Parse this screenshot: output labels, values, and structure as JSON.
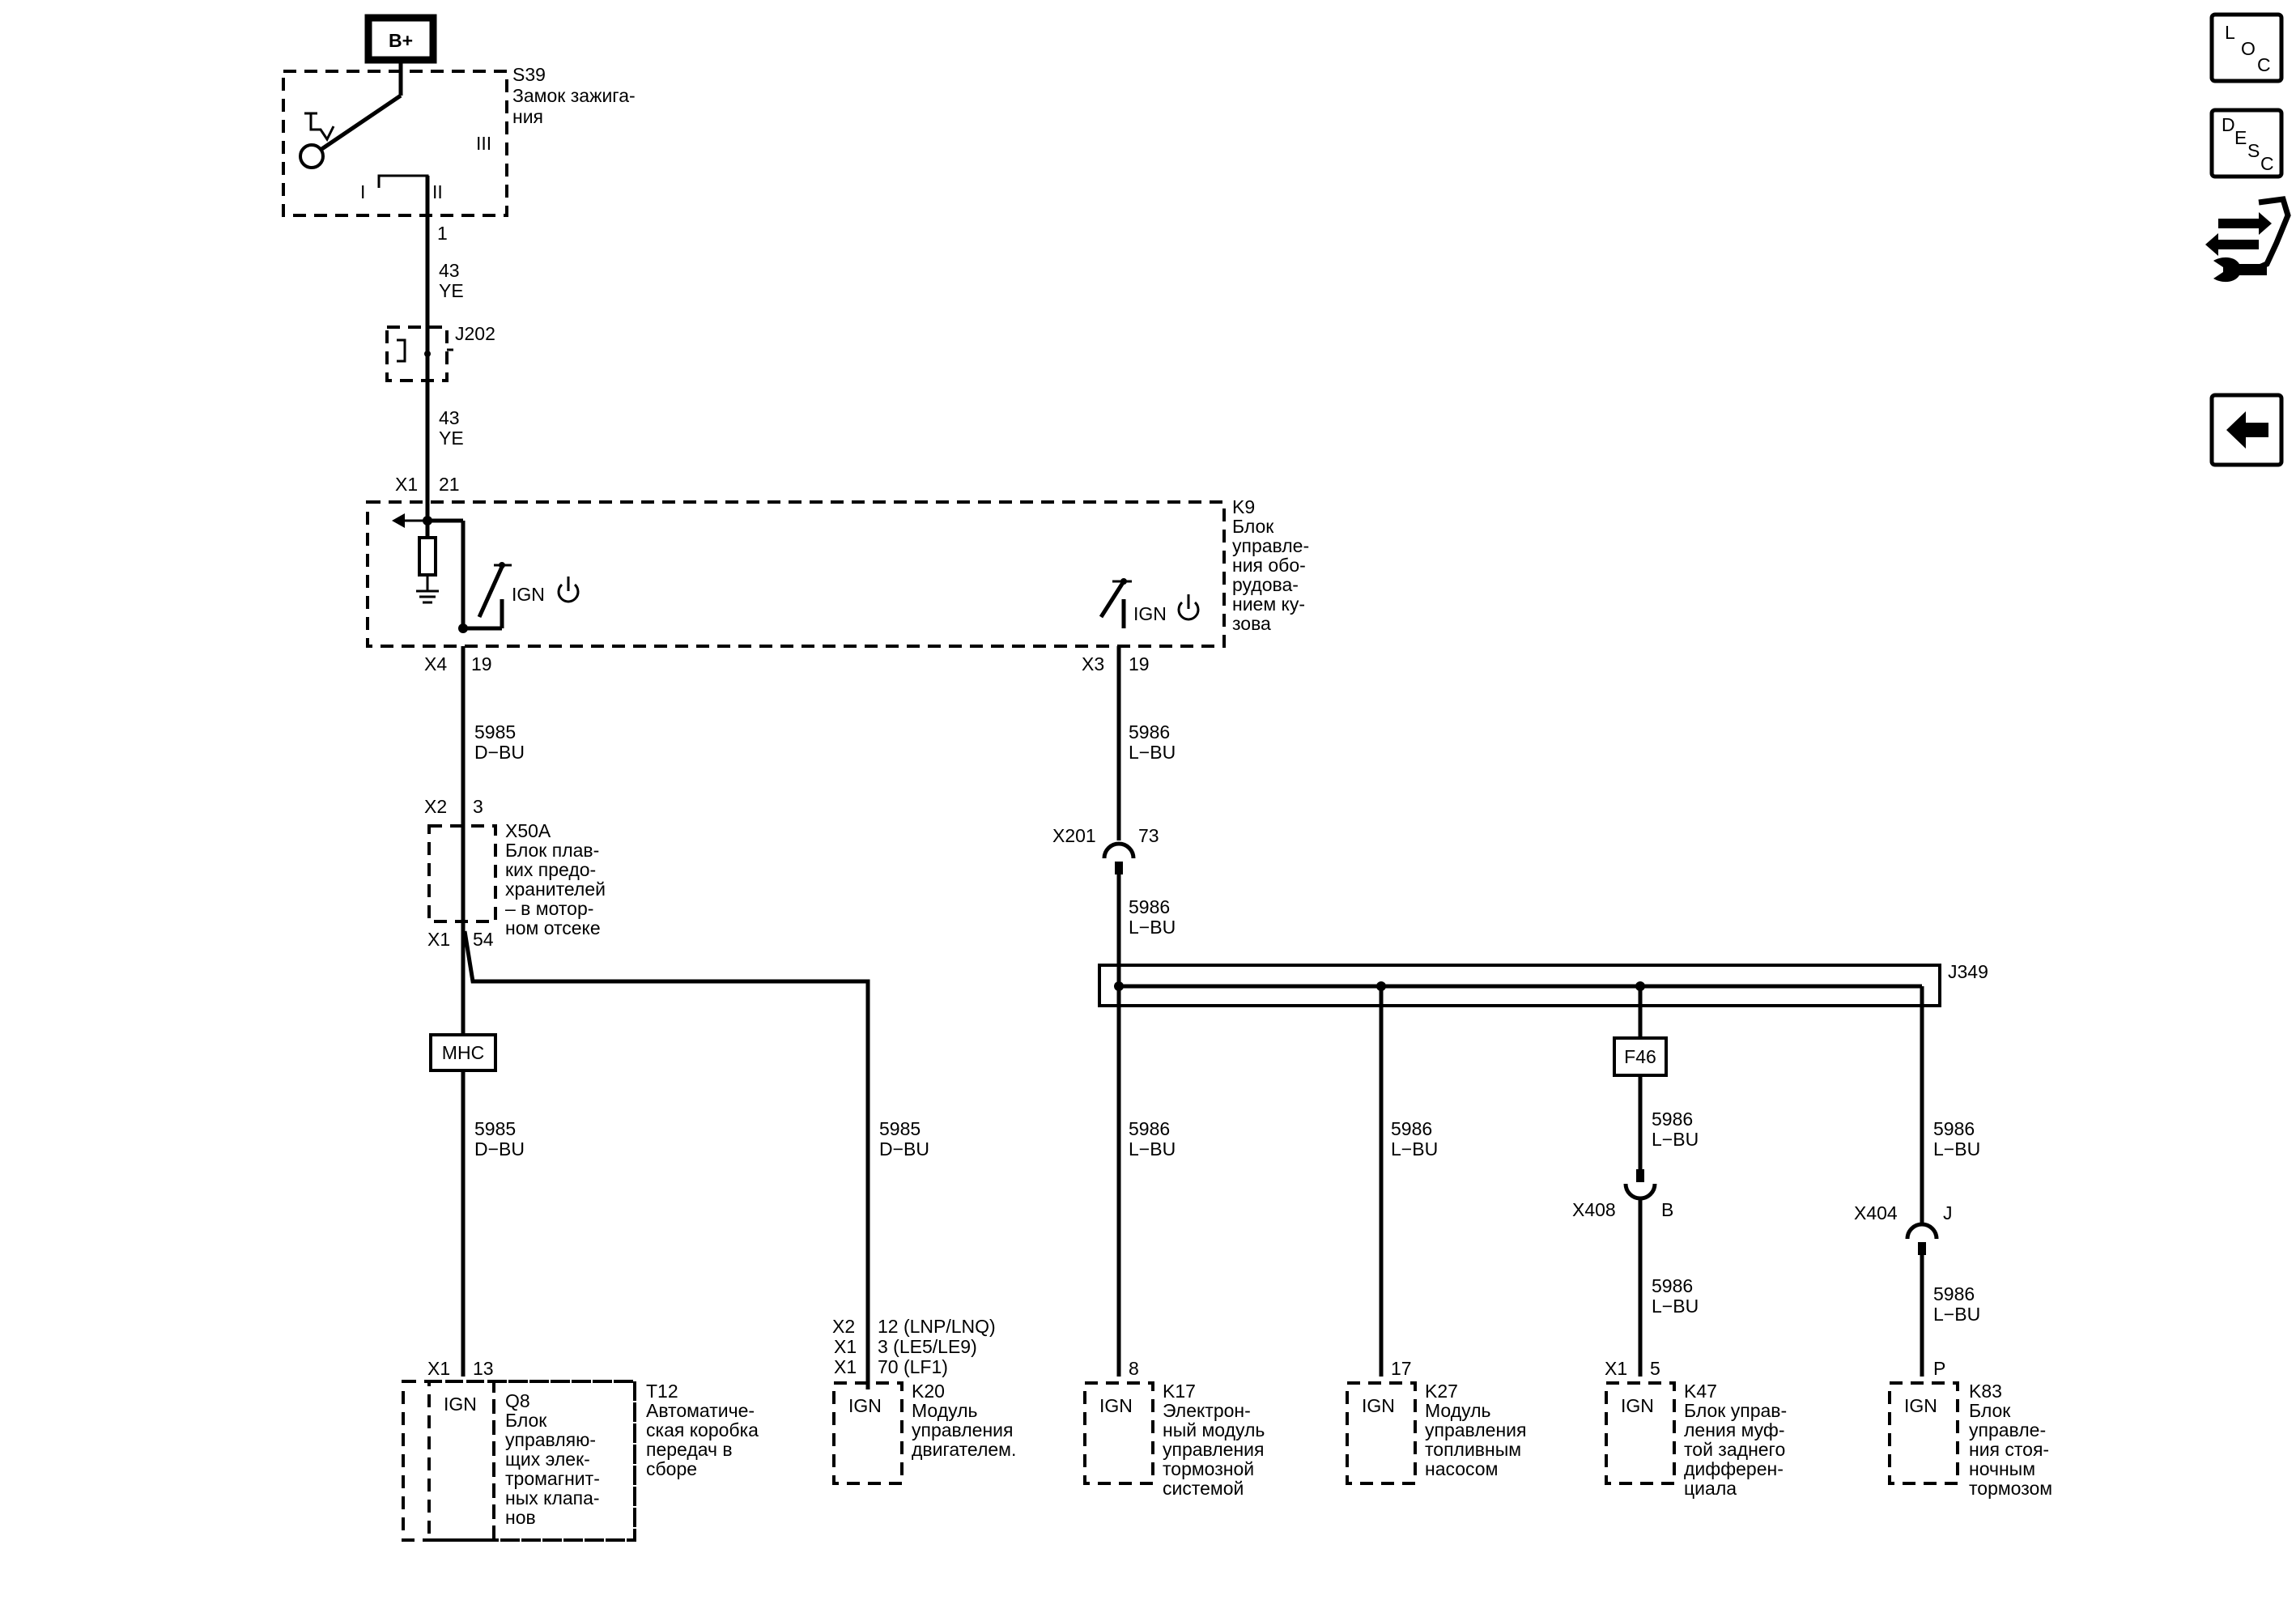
{
  "power": {
    "label": "B+"
  },
  "s39": {
    "ref": "S39",
    "desc": [
      "Замок зажига-",
      "ния"
    ],
    "pos_I": "I",
    "pos_II": "II",
    "pos_III": "III",
    "pin": "1"
  },
  "wire_43a": {
    "num": "43",
    "color": "YE"
  },
  "j202": {
    "ref": "J202"
  },
  "wire_43b": {
    "num": "43",
    "color": "YE"
  },
  "k9": {
    "ref": "K9",
    "desc": [
      "Блок",
      "управле-",
      "ния обо-",
      "рудова-",
      "нием ку-",
      "зова"
    ],
    "conn_top": "X1",
    "pin_top": "21",
    "ign1": "IGN",
    "ign2": "IGN",
    "conn_x4": "X4",
    "pin_x4": "19",
    "conn_x3": "X3",
    "pin_x3": "19"
  },
  "wire_5985a": {
    "num": "5985",
    "color": "D−BU"
  },
  "x50a": {
    "ref": "X50A",
    "desc": [
      "Блок плав-",
      "ких предо-",
      "хранителей",
      "– в мотор-",
      "ном отсеке"
    ],
    "conn_in": "X2",
    "pin_in": "3",
    "conn_out": "X1",
    "pin_out": "54"
  },
  "mhc": {
    "label": "MHC"
  },
  "wire_5985b": {
    "num": "5985",
    "color": "D−BU"
  },
  "wire_5985c": {
    "num": "5985",
    "color": "D−BU"
  },
  "t12": {
    "ref": "T12",
    "desc": [
      "Автоматиче-",
      "ская коробка",
      "передач в",
      "сборе"
    ],
    "conn": "X1",
    "pin": "13",
    "ign": "IGN",
    "q8_ref": "Q8",
    "q8_desc": [
      "Блок",
      "управляю-",
      "щих элек-",
      "тромагнит-",
      "ных клапа-",
      "нов"
    ]
  },
  "k20": {
    "ref": "K20",
    "desc": [
      "Модуль",
      "управления",
      "двигателем."
    ],
    "pins": [
      {
        "conn": "X2",
        "pin": "12 (LNP/LNQ)"
      },
      {
        "conn": "X1",
        "pin": "3 (LE5/LE9)"
      },
      {
        "conn": "X1",
        "pin": "70 (LF1)"
      }
    ],
    "ign": "IGN"
  },
  "wire_5986a": {
    "num": "5986",
    "color": "L−BU"
  },
  "x201": {
    "ref": "X201",
    "pin": "73"
  },
  "wire_5986b": {
    "num": "5986",
    "color": "L−BU"
  },
  "j349": {
    "ref": "J349"
  },
  "wire_5986_k17": {
    "num": "5986",
    "color": "L−BU"
  },
  "wire_5986_k27": {
    "num": "5986",
    "color": "L−BU"
  },
  "f46": {
    "label": "F46"
  },
  "wire_5986_f46": {
    "num": "5986",
    "color": "L−BU"
  },
  "x408": {
    "ref": "X408",
    "pin": "B"
  },
  "wire_5986_k47": {
    "num": "5986",
    "color": "L−BU"
  },
  "wire_5986_x404": {
    "num": "5986",
    "color": "L−BU"
  },
  "x404": {
    "ref": "X404",
    "pin": "J"
  },
  "wire_5986_k83": {
    "num": "5986",
    "color": "L−BU"
  },
  "k17": {
    "ref": "K17",
    "pin": "8",
    "ign": "IGN",
    "desc": [
      "Электрон-",
      "ный модуль",
      "управления",
      "тормозной",
      "системой"
    ]
  },
  "k27": {
    "ref": "K27",
    "pin": "17",
    "ign": "IGN",
    "desc": [
      "Модуль",
      "управления",
      "топливным",
      "насосом"
    ]
  },
  "k47": {
    "ref": "K47",
    "conn": "X1",
    "pin": "5",
    "ign": "IGN",
    "desc": [
      "Блок управ-",
      "ления муф-",
      "той заднего",
      "дифферен-",
      "циала"
    ]
  },
  "k83": {
    "ref": "K83",
    "pin": "P",
    "ign": "IGN",
    "desc": [
      "Блок",
      "управле-",
      "ния стоя-",
      "ночным",
      "тормозом"
    ]
  },
  "sidebar": {
    "loc": {
      "l1": "L",
      "l2": "O",
      "l3": "C"
    },
    "desc": {
      "l1": "D",
      "l2": "E",
      "l3": "S",
      "l4": "C"
    }
  }
}
